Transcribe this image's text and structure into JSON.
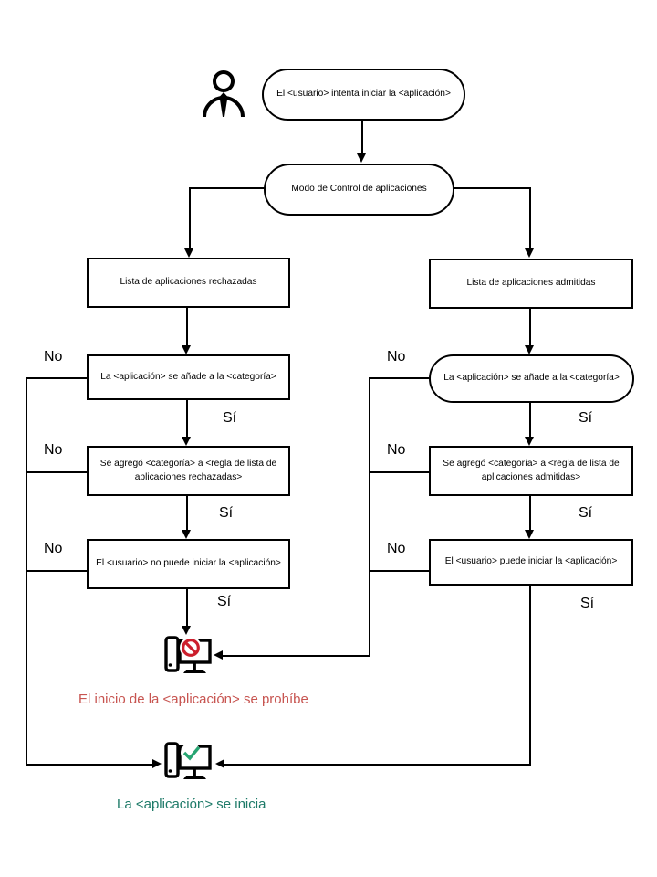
{
  "diagram": {
    "nodes": {
      "start": "El <usuario> intenta iniciar la <aplicación>",
      "mode": "Modo de Control de aplicaciones",
      "denylist": "Lista de aplicaciones rechazadas",
      "allowlist": "Lista de aplicaciones admitidas",
      "app_category_left": "La <aplicación> se añade a la <categoría>",
      "app_category_right": "La <aplicación> se añade a la <categoría>",
      "rule_denylist": "Se agregó <categoría> a <regla de lista de aplicaciones rechazadas>",
      "rule_allowlist": "Se agregó <categoría> a <regla de lista de aplicaciones admitidas>",
      "user_cannot_start": "El <usuario> no puede iniciar la <aplicación>",
      "user_can_start": "El <usuario> puede iniciar la <aplicación>"
    },
    "labels": {
      "no": "No",
      "yes": "Sí"
    },
    "outcomes": {
      "blocked": "El inicio de la <aplicación> se prohíbe",
      "started": "La <aplicación> se inicia"
    },
    "icons": [
      "user-icon",
      "computer-blocked-icon",
      "computer-started-icon"
    ],
    "colors": {
      "blocked_text": "#c75450",
      "started_text": "#1d7a68",
      "prohibit_icon": "#cc1f2d",
      "check_icon": "#27a572",
      "line": "#000000"
    }
  }
}
